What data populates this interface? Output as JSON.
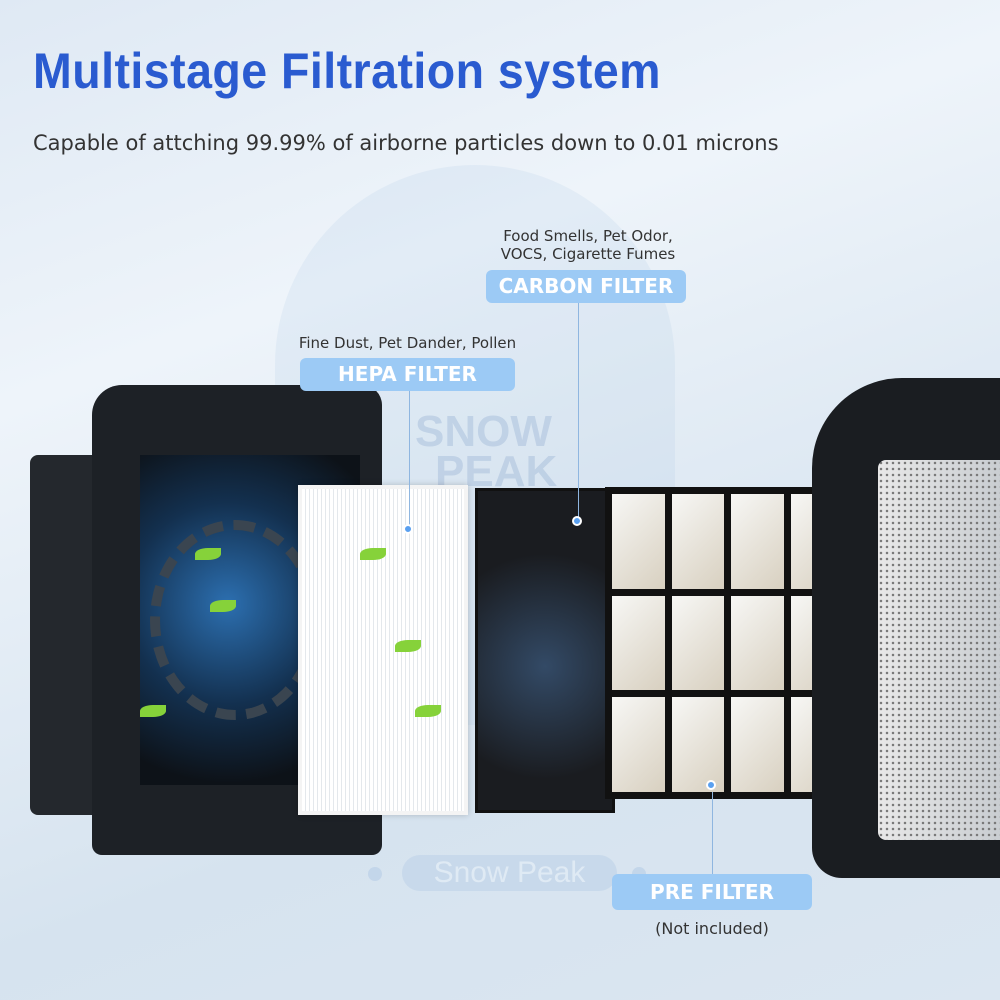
{
  "header": {
    "title": "Multistage Filtration system",
    "subtitle": "Capable of attching 99.99% of airborne particles down to 0.01 microns"
  },
  "watermark": {
    "brand_top": "SNOW",
    "brand_bottom": "PEAK",
    "brand_pill": "Snow Peak"
  },
  "filters": [
    {
      "label": "HEPA FILTER",
      "description": "Fine Dust, Pet Dander, Pollen"
    },
    {
      "label": "CARBON FILTER",
      "description_line1": "Food Smells, Pet Odor,",
      "description_line2": "VOCS, Cigarette Fumes"
    },
    {
      "label": "PRE FILTER",
      "note": "(Not included)"
    }
  ],
  "colors": {
    "title": "#2a5bd0",
    "pill": "#9ccaf5",
    "leaf": "#86d23a"
  }
}
